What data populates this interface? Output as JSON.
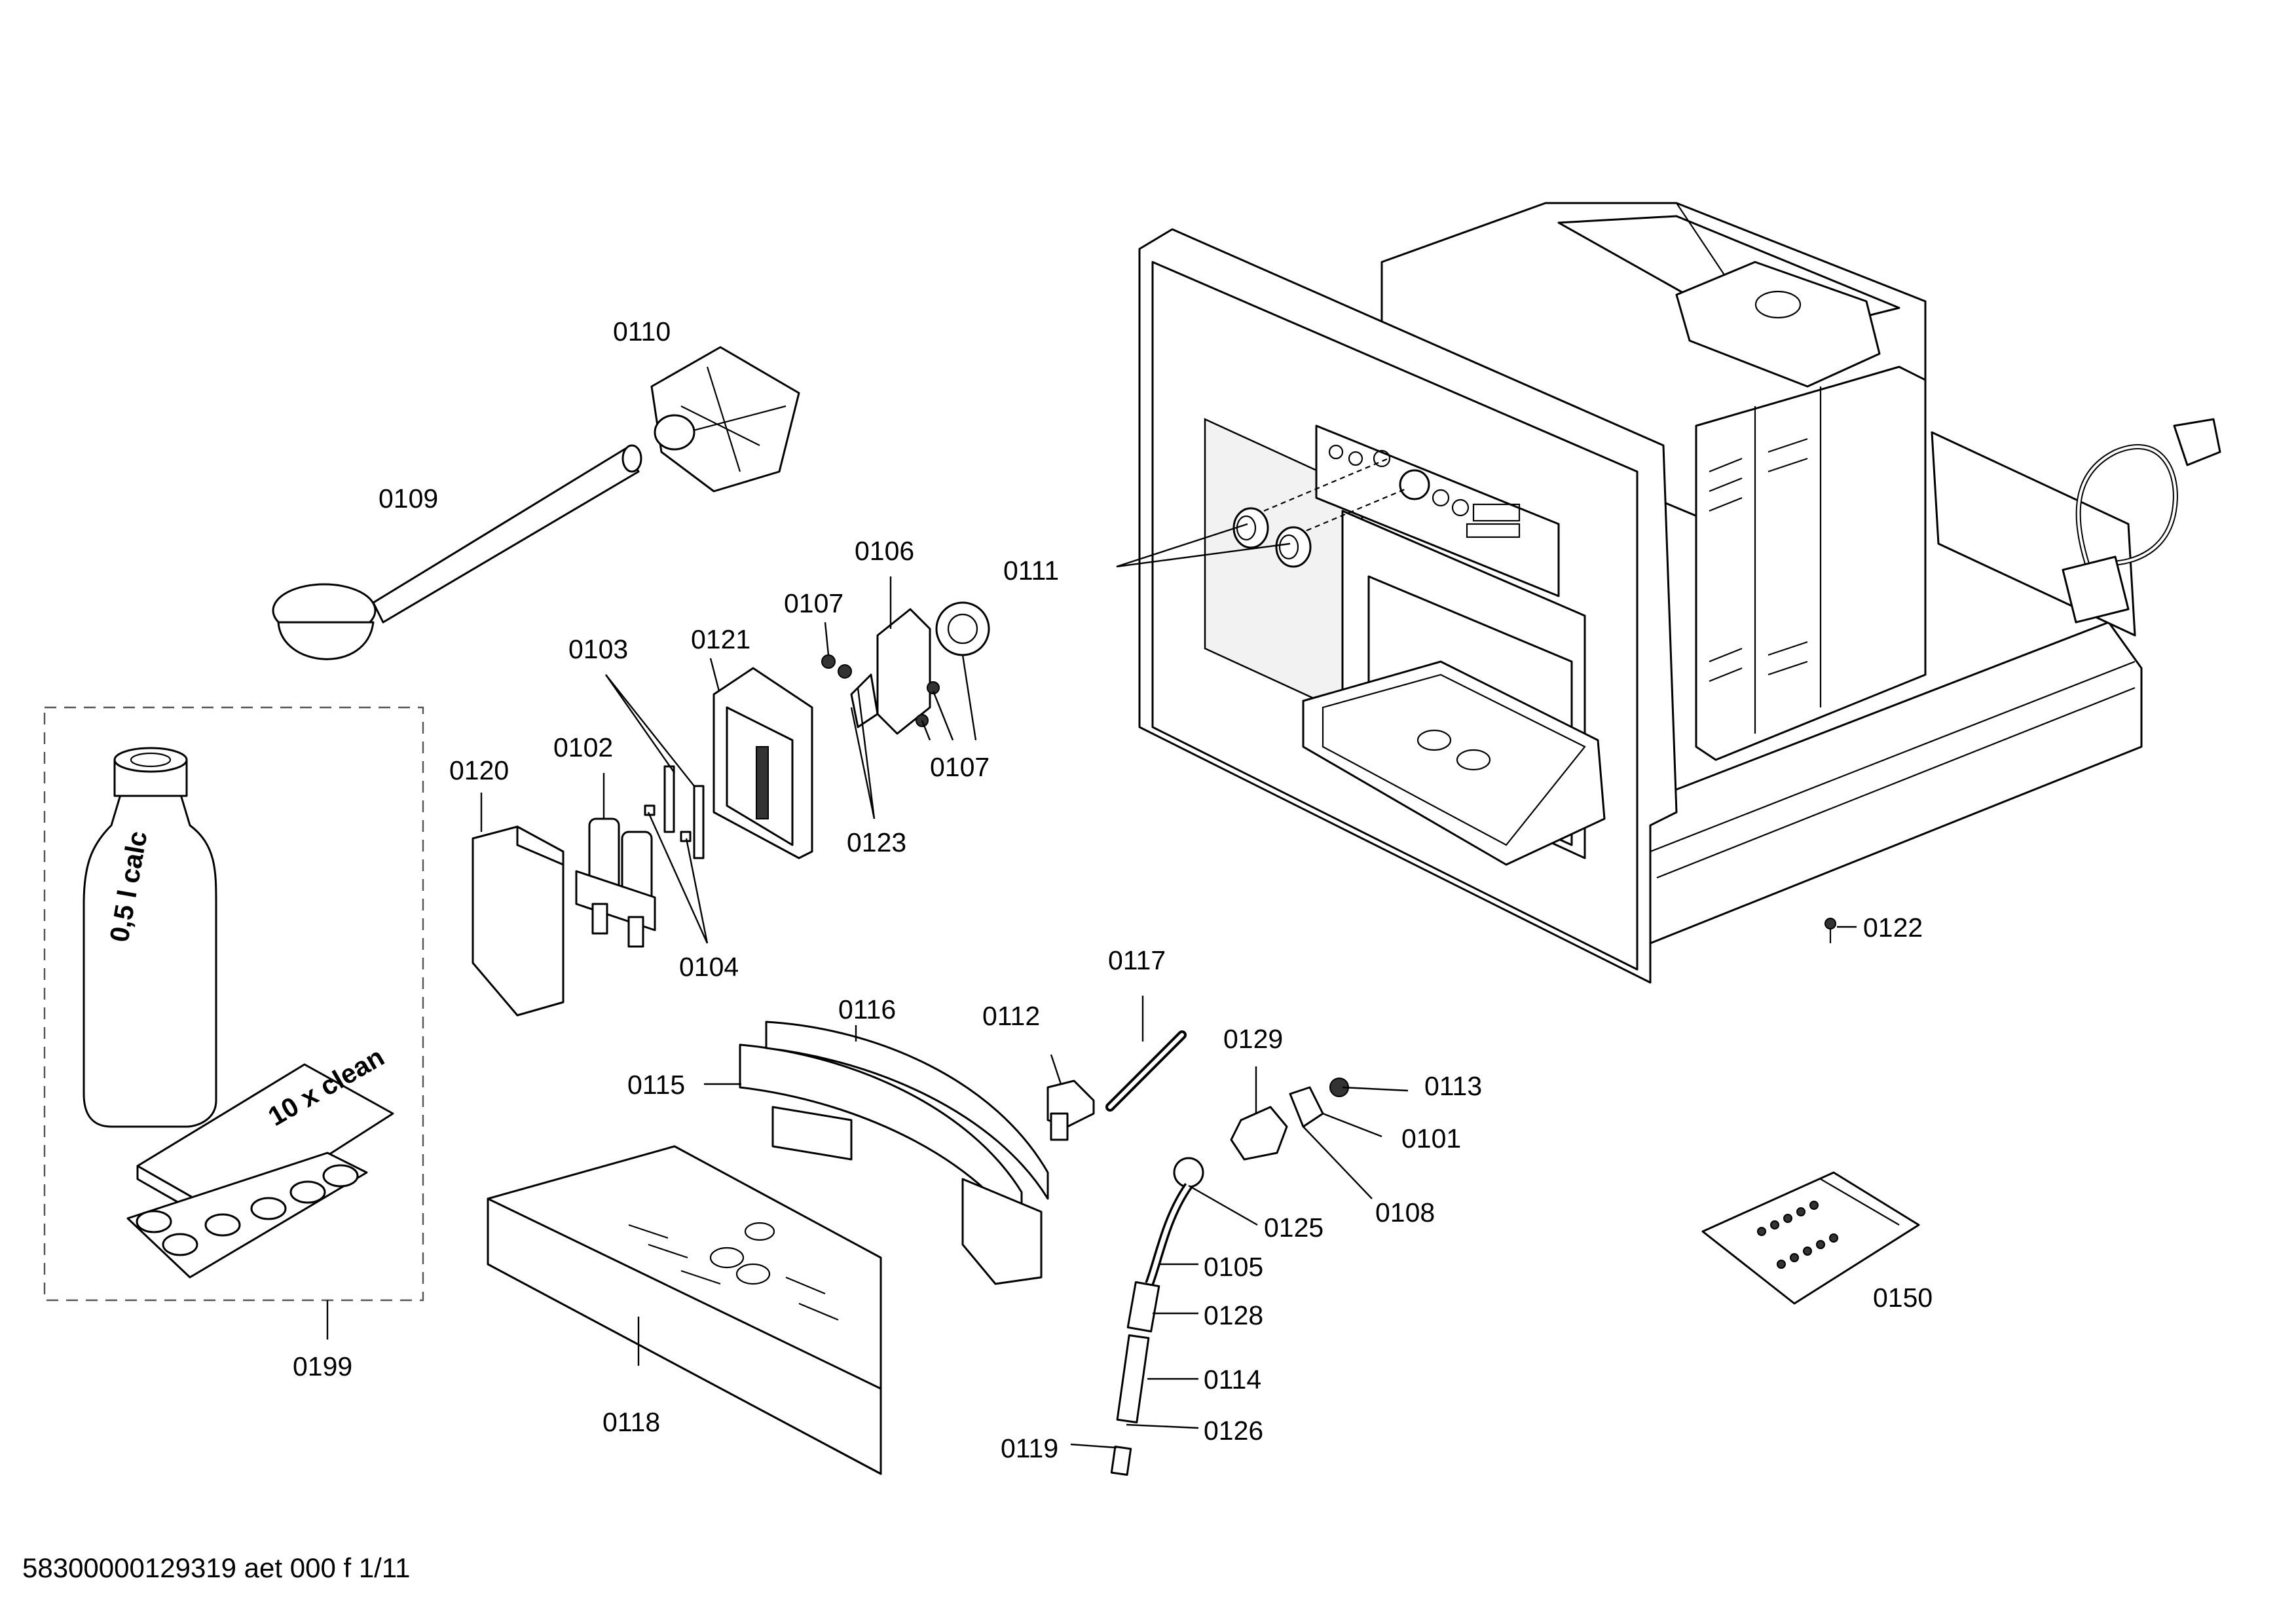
{
  "footer": {
    "document_id": "58300000129319 aet 000 f 1/11"
  },
  "labels": {
    "p0101": "0101",
    "p0102": "0102",
    "p0103": "0103",
    "p0104": "0104",
    "p0105": "0105",
    "p0106": "0106",
    "p0107a": "0107",
    "p0107b": "0107",
    "p0108": "0108",
    "p0109": "0109",
    "p0110": "0110",
    "p0111": "0111",
    "p0112": "0112",
    "p0113": "0113",
    "p0114": "0114",
    "p0115": "0115",
    "p0116": "0116",
    "p0117": "0117",
    "p0118": "0118",
    "p0119": "0119",
    "p0120": "0120",
    "p0121": "0121",
    "p0122": "0122",
    "p0123": "0123",
    "p0125": "0125",
    "p0126": "0126",
    "p0128": "0128",
    "p0129": "0129",
    "p0150": "0150",
    "p0199": "0199"
  },
  "pack_text": {
    "bottle": "0,5 l calc",
    "tablets": "10 x clean"
  }
}
